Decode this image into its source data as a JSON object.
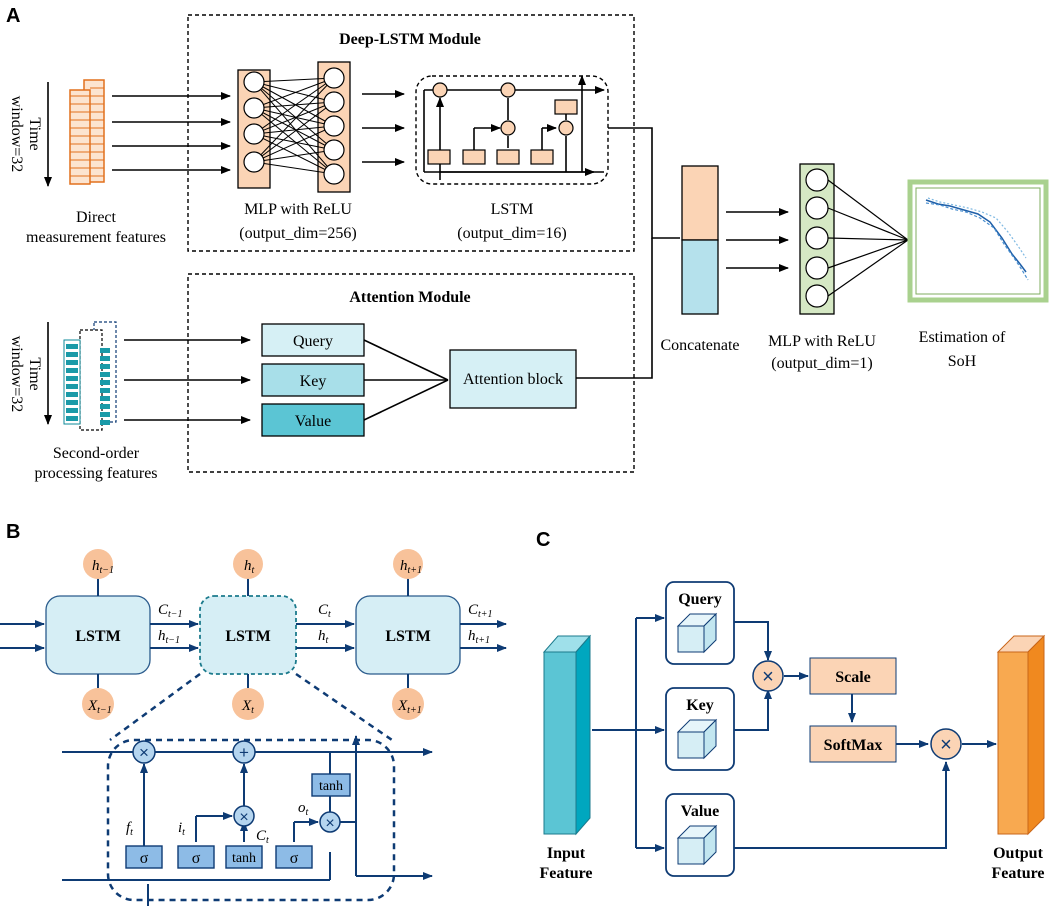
{
  "panels": {
    "a": "A",
    "b": "B",
    "c": "C"
  },
  "panel_a": {
    "time_window_label_1": "Time",
    "time_window_label_2": "window=32",
    "direct_features_1": "Direct",
    "direct_features_2": "measurement features",
    "second_features_1": "Second-order",
    "second_features_2": "processing features",
    "deep_lstm_title": "Deep-LSTM Module",
    "mlp1_label_1": "MLP with ReLU",
    "mlp1_label_2": "(output_dim=256)",
    "lstm_label_1": "LSTM",
    "lstm_label_2": "(output_dim=16)",
    "attention_title": "Attention Module",
    "query": "Query",
    "key": "Key",
    "value": "Value",
    "attention_block": "Attention block",
    "concatenate": "Concatenate",
    "mlp2_label_1": "MLP with ReLU",
    "mlp2_label_2": "(output_dim=1)",
    "estimation_1": "Estimation of",
    "estimation_2": "SoH"
  },
  "panel_b": {
    "lstm": "LSTM",
    "h_prev": "h",
    "h_prev_sub": "t−1",
    "h_cur": "h",
    "h_cur_sub": "t",
    "h_next": "h",
    "h_next_sub": "t+1",
    "x_prev": "X",
    "x_prev_sub": "t−1",
    "x_cur": "X",
    "x_cur_sub": "t",
    "x_next": "X",
    "x_next_sub": "t+1",
    "c_prev": "C",
    "c_prev_sub": "t−1",
    "c_cur": "C",
    "c_cur_sub": "t",
    "c_next": "C",
    "c_next_sub": "t+1",
    "hl_prev_sub": "t−1",
    "hl_cur_sub": "t",
    "hl_next_sub": "t+1",
    "sigma": "σ",
    "tanh": "tanh",
    "f": "f",
    "i": "i",
    "o": "o",
    "ct": "C",
    "t_sub": "t"
  },
  "panel_c": {
    "query": "Query",
    "key": "Key",
    "value": "Value",
    "scale": "Scale",
    "softmax": "SoftMax",
    "input_1": "Input",
    "input_2": "Feature",
    "output_1": "Output",
    "output_2": "Feature"
  },
  "colors": {
    "orange": "#e2701d",
    "peach": "#fbd4b5",
    "light_blue": "#b5e1ec",
    "teal": "#5bc5d4",
    "navy": "#0e3b74",
    "green": "#a9d18e"
  }
}
